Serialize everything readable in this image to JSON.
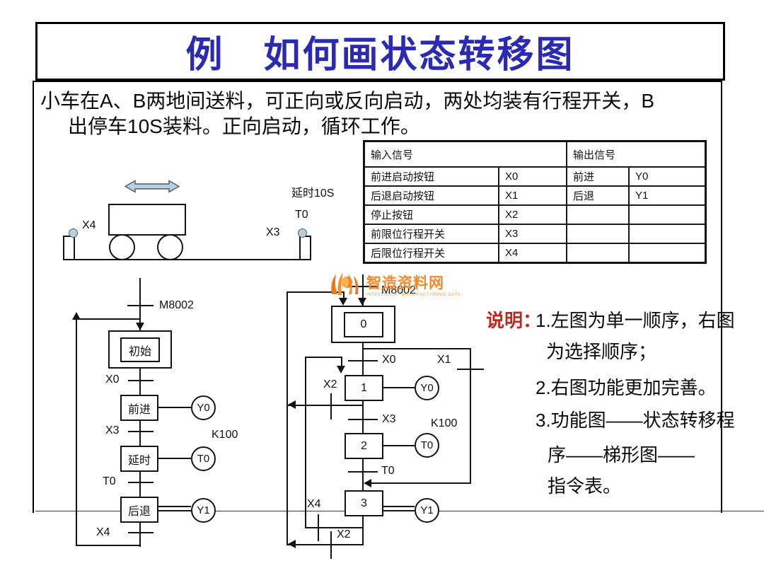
{
  "title": "例　如何画状态转移图",
  "description": {
    "line1": "小车在A、B两地间送料，可正向或反向启动，两处均装有行程开关，B",
    "line2": "出停车10S装料。正向启动，循环工作。"
  },
  "signal_table": {
    "input_header": "输入信号",
    "output_header": "输出信号",
    "rows": [
      {
        "input": "前进启动按钮",
        "input_code": "X0",
        "output": "前进",
        "output_code": "Y0"
      },
      {
        "input": "后退启动按钮",
        "input_code": "X1",
        "output": "后退",
        "output_code": "Y1"
      },
      {
        "input": "停止按钮",
        "input_code": "X2",
        "output": "",
        "output_code": ""
      },
      {
        "input": "前限位行程开关",
        "input_code": "X3",
        "output": "",
        "output_code": ""
      },
      {
        "input": "后限位行程开关",
        "input_code": "X4",
        "output": "",
        "output_code": ""
      }
    ]
  },
  "cart_diagram": {
    "delay_label": "延时10S",
    "timer_label": "T0",
    "left_limit_switch": "X4",
    "right_limit_switch": "X3"
  },
  "left_sfc": {
    "initial_transition": "M8002",
    "initial_state": "初始",
    "t1": "X0",
    "s1": "前进",
    "a1": "Y0",
    "t2": "X3",
    "timer_value": "K100",
    "s2": "延时",
    "a2": "T0",
    "t3": "T0",
    "s3": "后退",
    "a3": "Y1",
    "t4": "X4"
  },
  "right_sfc": {
    "initial_transition": "M8002",
    "initial_state": "0",
    "t_x0": "X0",
    "t_x1": "X1",
    "t_x2_mid": "X2",
    "s1": "1",
    "a1": "Y0",
    "t_x3": "X3",
    "timer_value": "K100",
    "s2": "2",
    "a2": "T0",
    "t_t0": "T0",
    "s3": "3",
    "a3": "Y1",
    "t_x4": "X4",
    "t_x2_bottom": "X2"
  },
  "notes": {
    "label": "说明：",
    "lines": [
      "1.左图为单一顺序，右图",
      "为选择顺序；",
      "2.右图功能更加完善。",
      "3.功能图——状态转移程",
      "序——梯形图——",
      "指令表。"
    ]
  },
  "watermark": {
    "name": "智造资料网",
    "subtitle": "INTELLIGENT MANUFACTURING DATA"
  },
  "colors": {
    "title_blue": "#2a2ab2",
    "notes_red": "#c3251f",
    "watermark_orange": "#f28a28",
    "line_black": "#141414"
  }
}
